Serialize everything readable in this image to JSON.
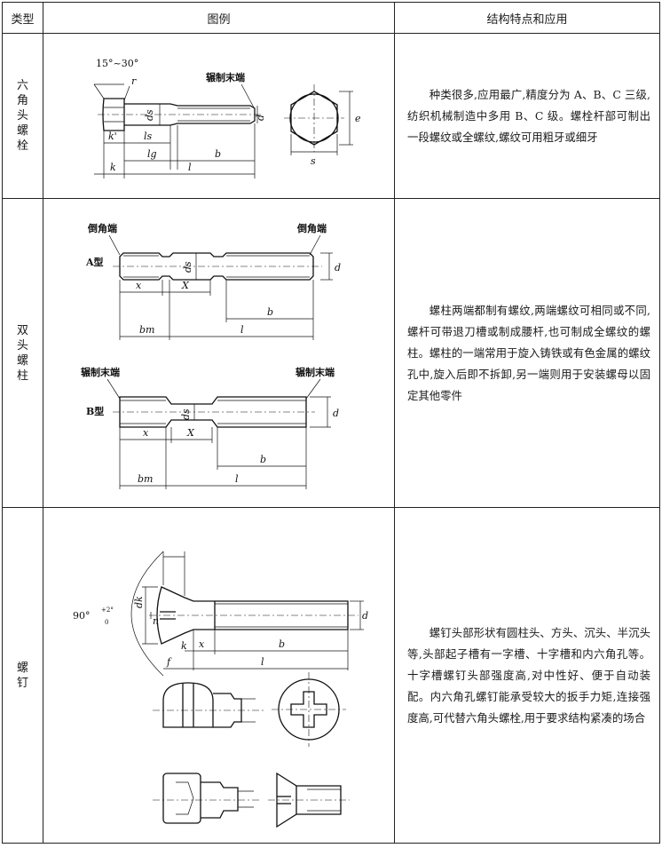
{
  "header": {
    "type": "类型",
    "figure": "图例",
    "features": "结构特点和应用"
  },
  "rows": [
    {
      "type": "六角头螺栓",
      "description": "种类很多,应用最广,精度分为 A、B、C 三级,纺织机械制造中多用 B、C 级。螺栓杆部可制出一段螺纹或全螺纹,螺纹可用粗牙或细牙",
      "figure": {
        "angle_label": "15°~30°",
        "end_label": "辗制末端",
        "dims": [
          "r",
          "k'",
          "ls",
          "lg",
          "b",
          "k",
          "l",
          "d",
          "ds",
          "s",
          "e"
        ]
      }
    },
    {
      "type": "双头螺柱",
      "description": "螺柱两端都制有螺纹,两端螺纹可相同或不同,螺杆可带退刀槽或制成腰杆,也可制成全螺纹的螺柱。螺柱的一端常用于旋入铸铁或有色金属的螺纹孔中,旋入后即不拆卸,另一端则用于安装螺母以固定其他零件",
      "figure": {
        "chamfer_end": "倒角端",
        "rolled_end": "辗制末端",
        "type_a": "A型",
        "type_b": "B型",
        "dims": [
          "x",
          "X",
          "b",
          "bm",
          "l",
          "ds",
          "d"
        ]
      }
    },
    {
      "type": "螺钉",
      "description": "螺钉头部形状有圆柱头、方头、沉头、半沉头等,头部起子槽有一字槽、十字槽和内六角孔等。十字槽螺钉头部强度高,对中性好、便于自动装配。内六角孔螺钉能承受较大的扳手力矩,连接强度高,可代替六角头螺栓,用于要求结构紧凑的场合",
      "figure": {
        "angle_label": "90°",
        "tol_upper": "+2°",
        "tol_lower": "0",
        "dims": [
          "dk",
          "n",
          "k",
          "x",
          "b",
          "f",
          "l",
          "d"
        ]
      }
    }
  ]
}
